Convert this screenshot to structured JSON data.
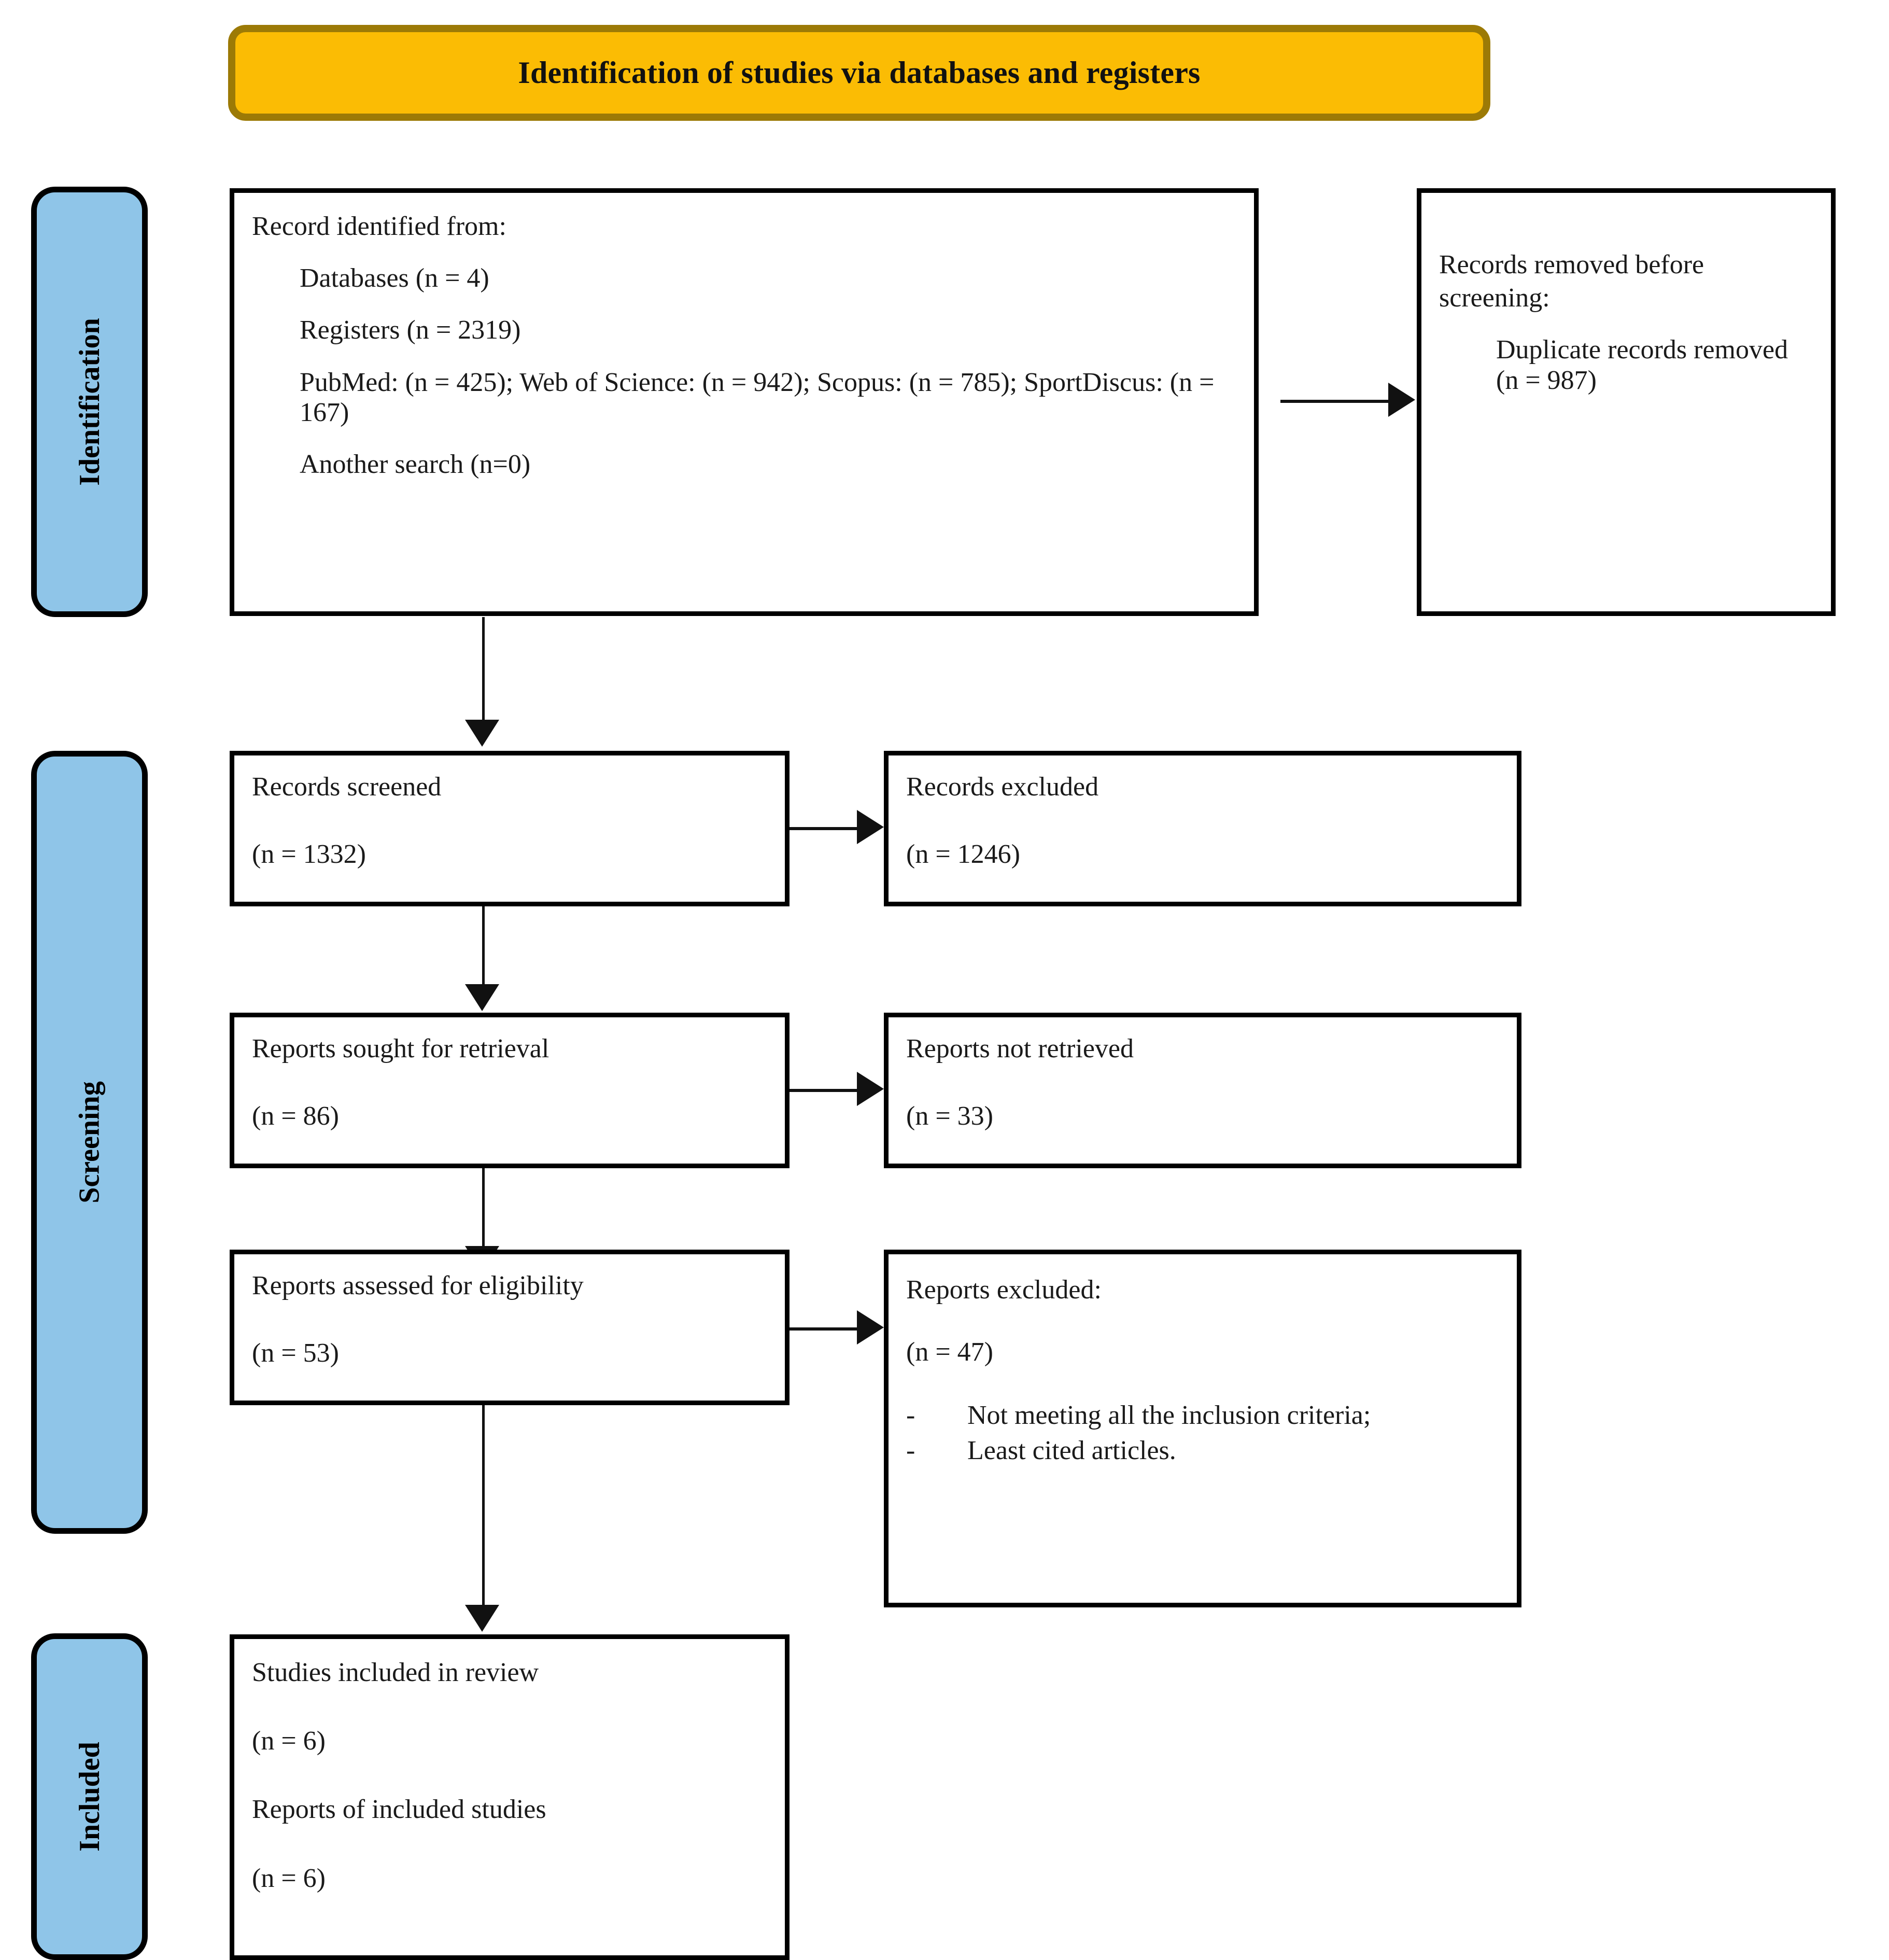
{
  "banner": {
    "title": "Identification of studies via databases and registers"
  },
  "stages": [
    {
      "key": "identification",
      "label": "Identification"
    },
    {
      "key": "screening",
      "label": "Screening"
    },
    {
      "key": "included",
      "label": "Included"
    }
  ],
  "boxes": {
    "records_identified": {
      "heading": "Record identified from:",
      "line_databases": "Databases (n = 4)",
      "line_registers": "Registers (n = 2319)",
      "line_sources": "PubMed: (n = 425); Web of Science: (n = 942); Scopus: (n = 785); SportDiscus:  (n = 167)",
      "line_another": "Another search (n=0)"
    },
    "records_removed": {
      "heading_line1": "Records removed before",
      "heading_line2": "screening:",
      "detail": "Duplicate records removed (n = 987)"
    },
    "records_screened": {
      "label": "Records screened",
      "count": "(n = 1332)"
    },
    "records_excluded": {
      "label": "Records excluded",
      "count": "(n = 1246)"
    },
    "reports_sought": {
      "label": "Reports sought for retrieval",
      "count": "(n = 86)"
    },
    "reports_not_retrieved": {
      "label": "Reports not retrieved",
      "count": "(n = 33)"
    },
    "reports_assessed": {
      "label": "Reports assessed for eligibility",
      "count": "(n = 53)"
    },
    "reports_excluded": {
      "label": "Reports excluded:",
      "count": "(n = 47)",
      "bullet_marker": "-",
      "reasons": [
        "Not meeting all the inclusion criteria;",
        "Least cited articles."
      ]
    },
    "studies_included": {
      "label_studies": "Studies included in review",
      "count_studies": "(n = 6)",
      "label_reports": "Reports of included studies",
      "count_reports": "(n = 6)"
    }
  },
  "colors": {
    "banner_fill": "#FBBC04",
    "banner_border": "#9C7A06",
    "stage_fill": "#8FC5E8",
    "stage_border": "#000000",
    "box_border": "#000000",
    "connector": "#111111"
  }
}
